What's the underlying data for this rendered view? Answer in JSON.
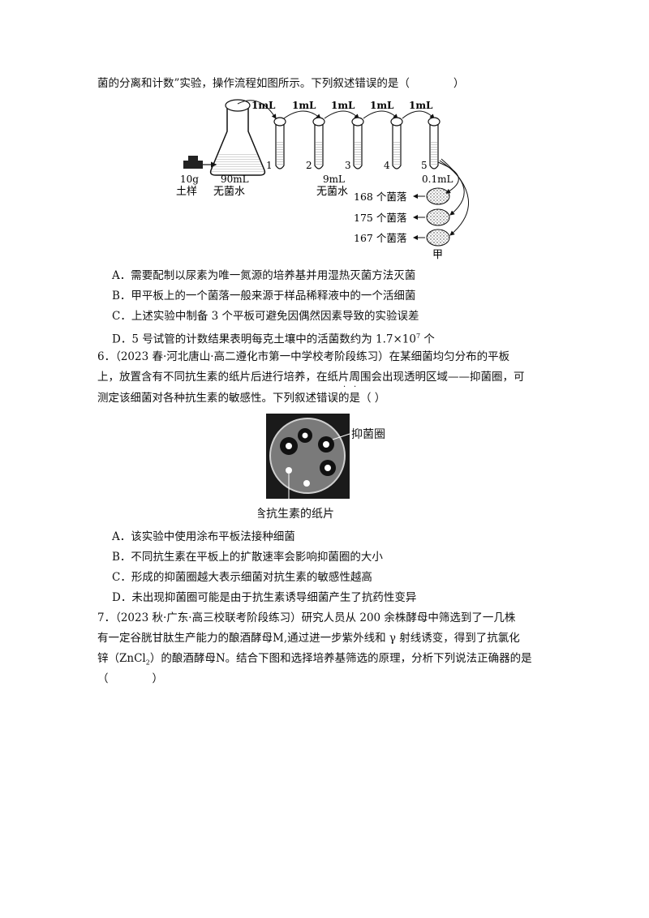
{
  "q5": {
    "stem_tail": "菌的分离和计数”实验，操作流程如图所示。下列叙述错误的是（　　　　）",
    "figure": {
      "transfer_label": "1mL",
      "tube_numbers": [
        "1",
        "2",
        "3",
        "4",
        "5"
      ],
      "soil_label": [
        "10g",
        "土样"
      ],
      "flask_label": [
        "90mL",
        "无菌水"
      ],
      "tube_water_label": [
        "9mL",
        "无菌水"
      ],
      "plate_volume": "0.1mL",
      "plate_counts": [
        "168 个菌落",
        "175 个菌落",
        "167 个菌落"
      ],
      "plate_group": "甲"
    },
    "options": {
      "A": "A．需要配制以尿素为唯一氮源的培养基并用湿热灭菌方法灭菌",
      "B": "B．甲平板上的一个菌落一般来源于样品稀释液中的一个活细菌",
      "C": "C．上述实验中制备 3 个平板可避免因偶然因素导致的实验误差",
      "D_pre": "D．5 号试管的计数结果表明每克土壤中的活菌数约为 1.7×10",
      "D_exp": "7",
      "D_post": " 个"
    }
  },
  "q6": {
    "line1": "6．（2023 春·河北唐山·高二遵化市第一中学校考阶段练习）在某细菌均匀分布的平板",
    "line2": "上，放置含有不同抗生素的纸片后进行培养，在纸片周围会出现透明区域——抑菌圈，可",
    "line3": "测定该细菌对各种抗生素的敏感性。下列叙述错误的是（ ）",
    "figure": {
      "zone_label": "抑菌圈",
      "disc_label": "含抗生素的纸片"
    },
    "options": {
      "A": "A．该实验中使用涂布平板法接种细菌",
      "B": "B．不同抗生素在平板上的扩散速率会影响抑菌圈的大小",
      "C": "C．形成的抑菌圈越大表示细菌对抗生素的敏感性越高",
      "D": "D．未出现抑菌圈可能是由于抗生素诱导细菌产生了抗药性变异"
    }
  },
  "q7": {
    "line1": "7．（2023 秋·广东·高三校联考阶段练习）研究人员从 200 余株酵母中筛选到了一几株",
    "line2": "有一定谷胱甘肽生产能力的酿酒酵母M,通过进一步紫外线和 γ 射线诱变，得到了抗氯化",
    "line3_pre": "锌（ZnCl",
    "line3_sub": "2",
    "line3_post": "）的酿酒酵母N。结合下图和选择培养基筛选的原理，分析下列说法正确器的是",
    "line4": "（　　　　）"
  }
}
